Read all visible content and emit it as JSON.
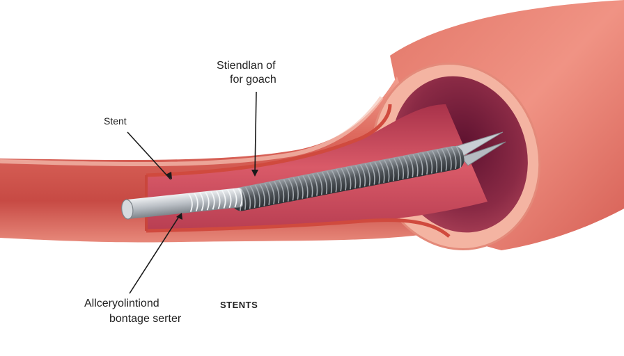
{
  "labels": {
    "stent": "Stent",
    "top_line_1": "Stiendlan of",
    "top_line_2": "for goach",
    "bottom_line_1": "Allceryolintiond",
    "bottom_line_2": "bontage serter",
    "caption": "STENTS"
  },
  "colors": {
    "vessel_outer": "#d9645a",
    "vessel_highlight": "#f3a99a",
    "vessel_wall": "#f0b8a6",
    "vessel_inner": "#7a1f38",
    "lumen_cut": "#d8485a",
    "coil": "#555a60",
    "wire": "#c8ccd0",
    "leader": "#1a1a1a"
  }
}
